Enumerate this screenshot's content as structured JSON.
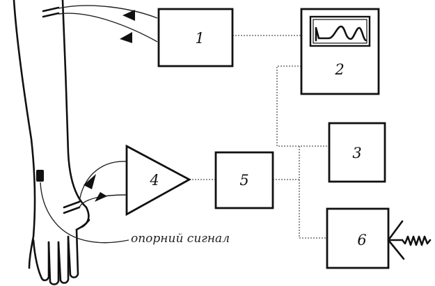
{
  "blocks": {
    "b1": "1",
    "b2": "2",
    "b3": "3",
    "b4": "4",
    "b5": "5",
    "b6": "6"
  },
  "caption": "опорний сигнал"
}
